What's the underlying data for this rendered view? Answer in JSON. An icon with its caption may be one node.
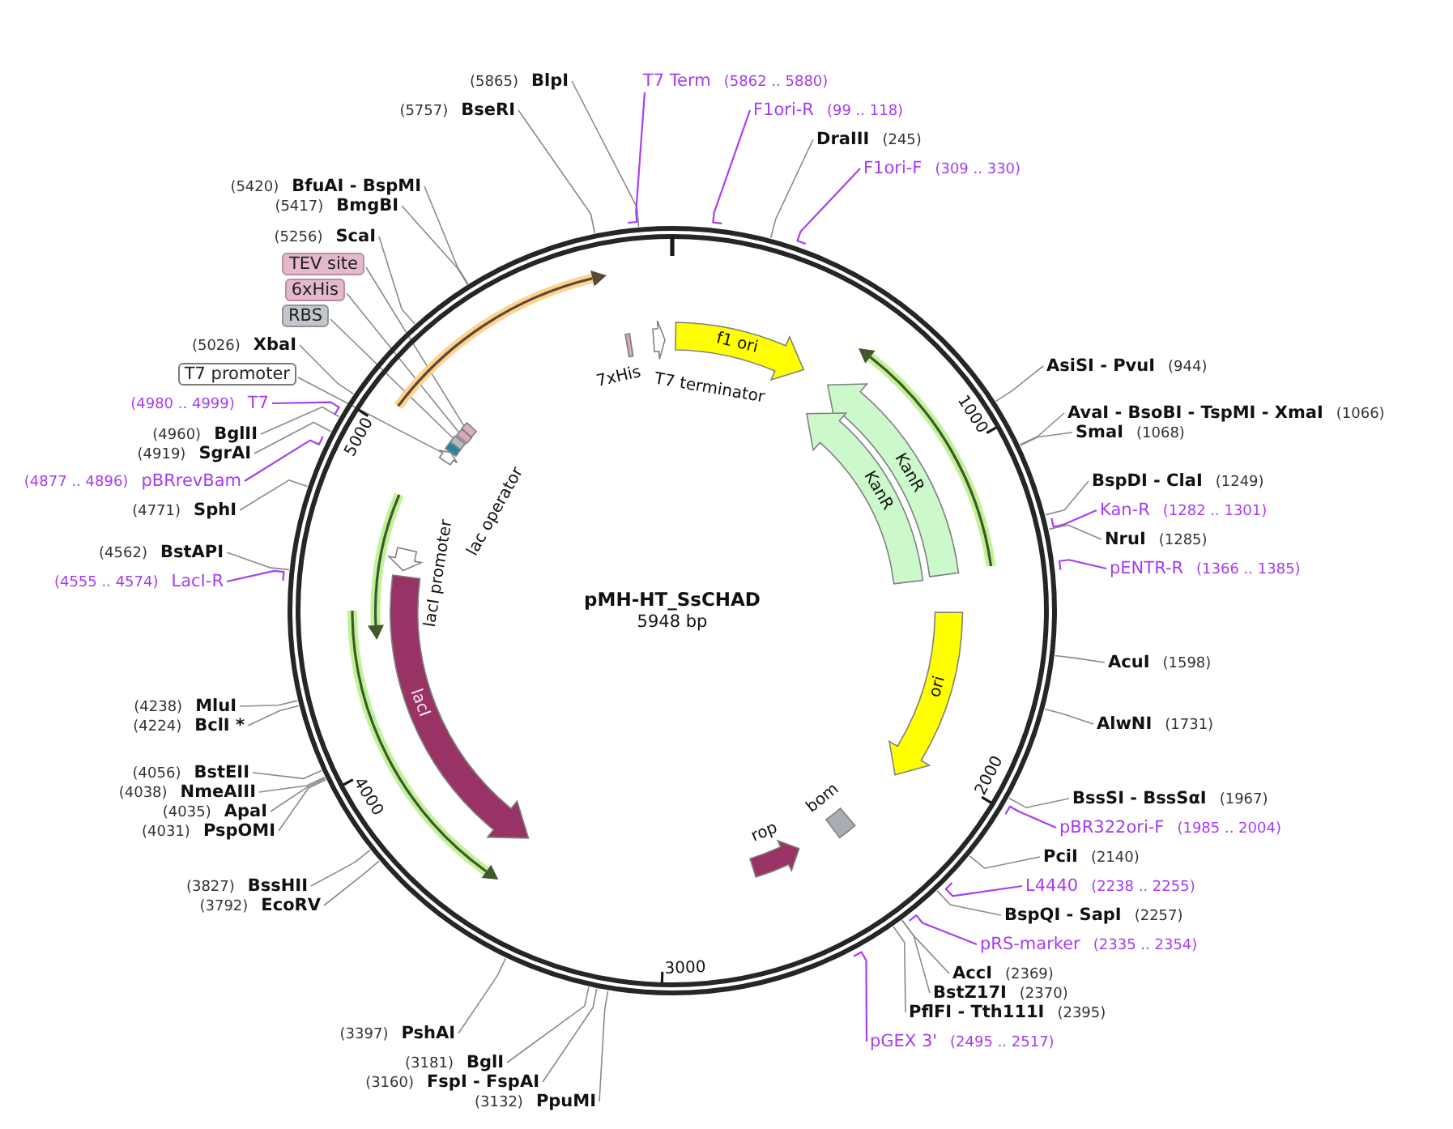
{
  "diagram": {
    "nodes": [
      {
        "text": [
          "pMH-HT_SsCHAD",
          "5948 bp"
        ]
      },
      {
        "text": [],
        "shape": "arrow",
        "in": 0
      },
      {
        "text": [
          "7xHis"
        ],
        "in": 0
      },
      {
        "text": [
          "T7 terminator"
        ],
        "in": 0
      },
      {
        "text": [
          "f1 ori"
        ],
        "in": 0
      },
      {
        "text": [],
        "shape": "arrow",
        "in": 0
      },
      {
        "text": [
          "KanR"
        ],
        "in": 0
      },
      {
        "text": [
          "KanR"
        ],
        "in": 0
      },
      {
        "text": [
          "ori"
        ],
        "in": 0
      },
      {
        "text": [
          "bom"
        ],
        "in": 0
      },
      {
        "text": [
          "rop"
        ],
        "in": 0
      },
      {
        "text": [
          "lacI"
        ],
        "in": 0
      },
      {
        "text": [
          "lacI promoter"
        ],
        "in": 0
      },
      {
        "text": [],
        "shape": "arrow",
        "in": 0
      },
      {
        "text": [],
        "shape": "arrow",
        "in": 0
      },
      {
        "text": [
          "lac operator"
        ],
        "in": 0
      },
      {
        "text": [],
        "shape": "arrow",
        "in": 0
      },
      {
        "text": [],
        "shape": "bar",
        "in": 0
      },
      {
        "text": [],
        "shape": "bar",
        "in": 0
      },
      {
        "text": [],
        "shape": "bar",
        "in": 0
      },
      {
        "text": [
          "F1ori-R",
          "(99 .. 118)"
        ]
      },
      {
        "text": [
          "DraIII",
          "(245)"
        ]
      },
      {
        "text": [
          "F1ori-F",
          "(309 .. 330)"
        ]
      },
      {
        "text": [
          "AsiSI - PvuI",
          "(944)"
        ]
      },
      {
        "text": [
          "AvaI - BsoBI - TspMI - XmaI",
          "(1066)"
        ]
      },
      {
        "text": [
          "SmaI",
          "(1068)"
        ]
      },
      {
        "text": [
          "BspDI - ClaI",
          "(1249)"
        ]
      },
      {
        "text": [
          "Kan-R",
          "(1282 .. 1301)"
        ]
      },
      {
        "text": [
          "NruI",
          "(1285)"
        ]
      },
      {
        "text": [
          "pENTR-R",
          "(1366 .. 1385)"
        ]
      },
      {
        "text": [
          "AcuI",
          "(1598)"
        ]
      },
      {
        "text": [
          "AlwNI",
          "(1731)"
        ]
      },
      {
        "text": [
          "BssSI - BssSαI",
          "(1967)"
        ]
      },
      {
        "text": [
          "pBR322ori-F",
          "(1985 .. 2004)"
        ]
      },
      {
        "text": [
          "PciI",
          "(2140)"
        ]
      },
      {
        "text": [
          "L4440",
          "(2238 .. 2255)"
        ]
      },
      {
        "text": [
          "BspQI - SapI",
          "(2257)"
        ]
      },
      {
        "text": [
          "pRS-marker",
          "(2335 .. 2354)"
        ]
      },
      {
        "text": [
          "AccI",
          "(2369)"
        ]
      },
      {
        "text": [
          "BstZ17I",
          "(2370)"
        ]
      },
      {
        "text": [
          "PflFI - Tth111I",
          "(2395)"
        ]
      },
      {
        "text": [
          "pGEX 3'",
          "(2495 .. 2517)"
        ]
      },
      {
        "text": [
          "(3132)",
          "PpuMI"
        ]
      },
      {
        "text": [
          "(3160)",
          "FspI - FspAI"
        ]
      },
      {
        "text": [
          "(3181)",
          "BglI"
        ]
      },
      {
        "text": [
          "(3397)",
          "PshAI"
        ]
      },
      {
        "text": [
          "(3792)",
          "EcoRV"
        ]
      },
      {
        "text": [
          "(3827)",
          "BssHII"
        ]
      },
      {
        "text": [
          "(4031)",
          "PspOMI"
        ]
      },
      {
        "text": [
          "(4035)",
          "ApaI"
        ]
      },
      {
        "text": [
          "(4038)",
          "NmeAIII"
        ]
      },
      {
        "text": [
          "(4056)",
          "BstEII"
        ]
      },
      {
        "text": [
          "(4224)",
          "BclI *"
        ]
      },
      {
        "text": [
          "(4238)",
          "MluI"
        ]
      },
      {
        "text": [
          "(4555 .. 4574)",
          "LacI-R"
        ]
      },
      {
        "text": [
          "(4562)",
          "BstAPI"
        ]
      },
      {
        "text": [
          "(4771)",
          "SphI"
        ]
      },
      {
        "text": [
          "(4877 .. 4896)",
          "pBRrevBam"
        ]
      },
      {
        "text": [
          "(4919)",
          "SgrAI"
        ]
      },
      {
        "text": [
          "(4960)",
          "BglII"
        ]
      },
      {
        "text": [
          "(4980 .. 4999)",
          "T7"
        ]
      },
      {
        "text": [
          "T7 promoter"
        ]
      },
      {
        "text": [
          "(5026)",
          "XbaI"
        ]
      },
      {
        "text": [
          "RBS"
        ]
      },
      {
        "text": [
          "6xHis"
        ]
      },
      {
        "text": [
          "TEV site"
        ]
      },
      {
        "text": [
          "(5256)",
          "ScaI"
        ]
      },
      {
        "text": [
          "(5417)",
          "BmgBI"
        ]
      },
      {
        "text": [
          "(5420)",
          "BfuAI - BspMI"
        ]
      },
      {
        "text": [
          "(5757)",
          "BseRI"
        ]
      },
      {
        "text": [
          "(5865)",
          "BlpI"
        ]
      },
      {
        "text": [
          "T7 Term",
          "(5862 .. 5880)"
        ]
      }
    ],
    "edges": [
      {
        "from": 20,
        "to": 0,
        "arrow": "none",
        "color": "#a63ff2"
      },
      {
        "from": 21,
        "to": 0,
        "arrow": "none"
      },
      {
        "from": 22,
        "to": 0,
        "arrow": "none",
        "color": "#a63ff2"
      },
      {
        "from": 23,
        "to": 0,
        "arrow": "none"
      },
      {
        "from": 24,
        "to": 0,
        "arrow": "none"
      },
      {
        "from": 25,
        "to": 0,
        "arrow": "none"
      },
      {
        "from": 26,
        "to": 0,
        "arrow": "none"
      },
      {
        "from": 27,
        "to": 0,
        "arrow": "none",
        "color": "#a63ff2"
      },
      {
        "from": 28,
        "to": 0,
        "arrow": "none"
      },
      {
        "from": 29,
        "to": 0,
        "arrow": "none",
        "color": "#a63ff2"
      },
      {
        "from": 30,
        "to": 0,
        "arrow": "none"
      },
      {
        "from": 31,
        "to": 0,
        "arrow": "none"
      },
      {
        "from": 32,
        "to": 0,
        "arrow": "none"
      },
      {
        "from": 33,
        "to": 0,
        "arrow": "none",
        "color": "#a63ff2"
      },
      {
        "from": 34,
        "to": 0,
        "arrow": "none"
      },
      {
        "from": 35,
        "to": 0,
        "arrow": "none",
        "color": "#a63ff2"
      },
      {
        "from": 36,
        "to": 0,
        "arrow": "none"
      },
      {
        "from": 37,
        "to": 0,
        "arrow": "none",
        "color": "#a63ff2"
      },
      {
        "from": 38,
        "to": 0,
        "arrow": "none"
      },
      {
        "from": 39,
        "to": 0,
        "arrow": "none"
      },
      {
        "from": 40,
        "to": 0,
        "arrow": "none"
      },
      {
        "from": 41,
        "to": 0,
        "arrow": "none",
        "color": "#a63ff2"
      },
      {
        "from": 42,
        "to": 0,
        "arrow": "none"
      },
      {
        "from": 43,
        "to": 0,
        "arrow": "none"
      },
      {
        "from": 44,
        "to": 0,
        "arrow": "none"
      },
      {
        "from": 45,
        "to": 0,
        "arrow": "none"
      },
      {
        "from": 46,
        "to": 0,
        "arrow": "none"
      },
      {
        "from": 47,
        "to": 0,
        "arrow": "none"
      },
      {
        "from": 48,
        "to": 0,
        "arrow": "none"
      },
      {
        "from": 49,
        "to": 0,
        "arrow": "none"
      },
      {
        "from": 50,
        "to": 0,
        "arrow": "none"
      },
      {
        "from": 51,
        "to": 0,
        "arrow": "none"
      },
      {
        "from": 52,
        "to": 0,
        "arrow": "none"
      },
      {
        "from": 53,
        "to": 0,
        "arrow": "none"
      },
      {
        "from": 54,
        "to": 0,
        "arrow": "none",
        "color": "#a63ff2"
      },
      {
        "from": 55,
        "to": 0,
        "arrow": "none"
      },
      {
        "from": 56,
        "to": 0,
        "arrow": "none"
      },
      {
        "from": 57,
        "to": 0,
        "arrow": "none",
        "color": "#a63ff2"
      },
      {
        "from": 58,
        "to": 0,
        "arrow": "none"
      },
      {
        "from": 59,
        "to": 0,
        "arrow": "none"
      },
      {
        "from": 60,
        "to": 0,
        "arrow": "none",
        "color": "#a63ff2"
      },
      {
        "from": 61,
        "to": 16,
        "arrow": "none"
      },
      {
        "from": 62,
        "to": 0,
        "arrow": "none"
      },
      {
        "from": 63,
        "to": 17,
        "arrow": "none"
      },
      {
        "from": 64,
        "to": 18,
        "arrow": "none"
      },
      {
        "from": 65,
        "to": 19,
        "arrow": "none"
      },
      {
        "from": 66,
        "to": 0,
        "arrow": "none"
      },
      {
        "from": 67,
        "to": 0,
        "arrow": "none"
      },
      {
        "from": 68,
        "to": 0,
        "arrow": "none"
      },
      {
        "from": 69,
        "to": 0,
        "arrow": "none"
      },
      {
        "from": 70,
        "to": 0,
        "arrow": "none"
      },
      {
        "from": 71,
        "to": 0,
        "arrow": "none",
        "color": "#a63ff2"
      }
    ],
    "labels": [
      "1000",
      "2000",
      "3000",
      "4000",
      "5000"
    ]
  }
}
